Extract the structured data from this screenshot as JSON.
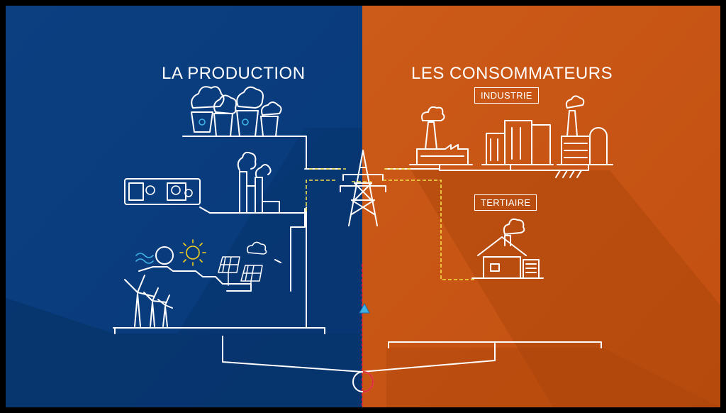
{
  "production": {
    "title": "LA PRODUCTION"
  },
  "consumers": {
    "title": "LES CONSOMMATEURS",
    "industry_label": "INDUSTRIE",
    "tertiary_label": "TERTIAIRE"
  },
  "colors": {
    "production_bg": "#0a3f82",
    "consumers_bg": "#c95515",
    "line": "#ffffff",
    "flow": "#f2e04a",
    "balance_marker": "#e0293a"
  },
  "icons": [
    "cloud-icon",
    "nuclear-icon",
    "gear-icon",
    "sun-icon",
    "wind-turbine-icon",
    "solar-panel-icon",
    "pylon-icon",
    "factory-icon",
    "house-icon",
    "triangle-icon"
  ]
}
